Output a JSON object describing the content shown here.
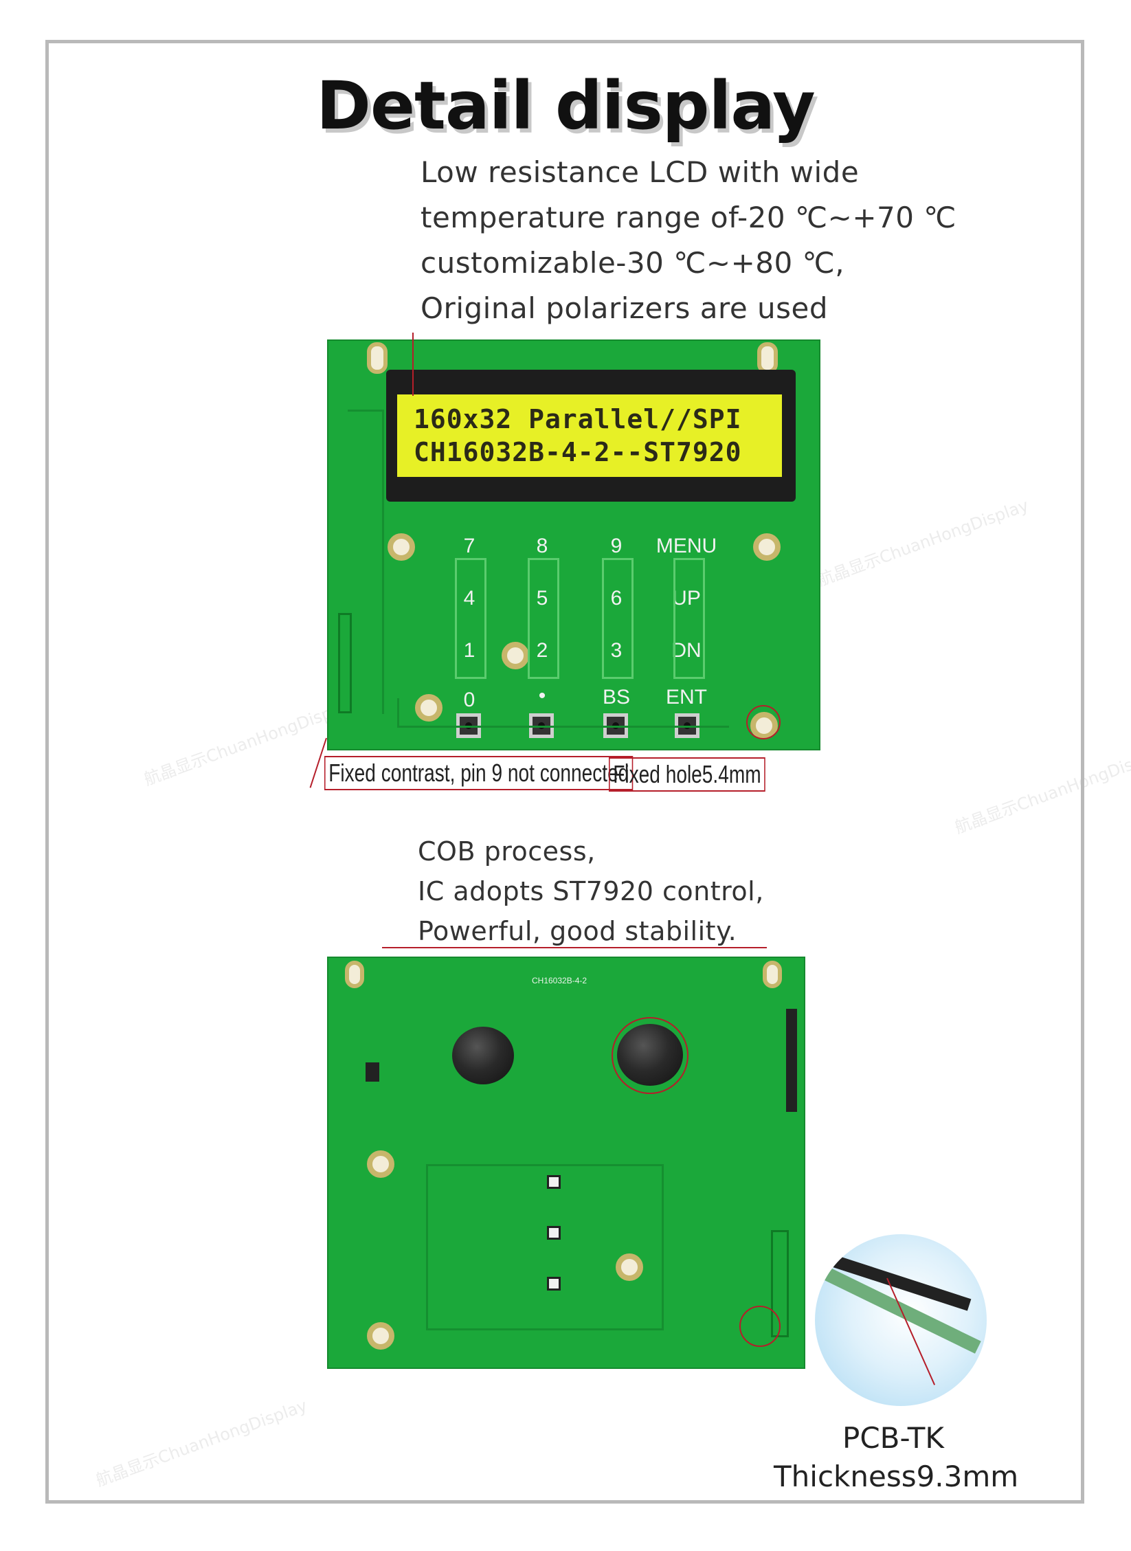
{
  "title": "Detail display",
  "front": {
    "description_lines": [
      "Low resistance LCD with wide",
      "temperature range of-20 ℃~+70 ℃",
      "customizable-30 ℃~+80 ℃,",
      "Original polarizers are used"
    ],
    "lcd_lines": [
      "160x32 Parallel//SPI",
      "CH16032B-4-2--ST7920"
    ],
    "keys": [
      {
        "label": "7"
      },
      {
        "label": "8"
      },
      {
        "label": "9"
      },
      {
        "label": "MENU"
      },
      {
        "label": "4"
      },
      {
        "label": "5"
      },
      {
        "label": "6"
      },
      {
        "label": "UP"
      },
      {
        "label": "1"
      },
      {
        "label": "2"
      },
      {
        "label": "3"
      },
      {
        "label": "DN"
      },
      {
        "label": "0"
      },
      {
        "label": "•"
      },
      {
        "label": "BS"
      },
      {
        "label": "ENT"
      }
    ],
    "callouts": [
      "Fixed contrast, pin 9 not connected",
      "Fixed hole5.4mm"
    ]
  },
  "back": {
    "description_lines": [
      "COB process,",
      "IC adopts ST7920 control,",
      "Powerful, good stability."
    ],
    "silkscreen_model": "CH16032B-4-2",
    "zoom_caption": [
      "PCB-TK",
      "Thickness9.3mm"
    ]
  },
  "colors": {
    "pcb": "#1ba83a",
    "lcd": "#e7f026",
    "callout": "#b51e2a"
  }
}
